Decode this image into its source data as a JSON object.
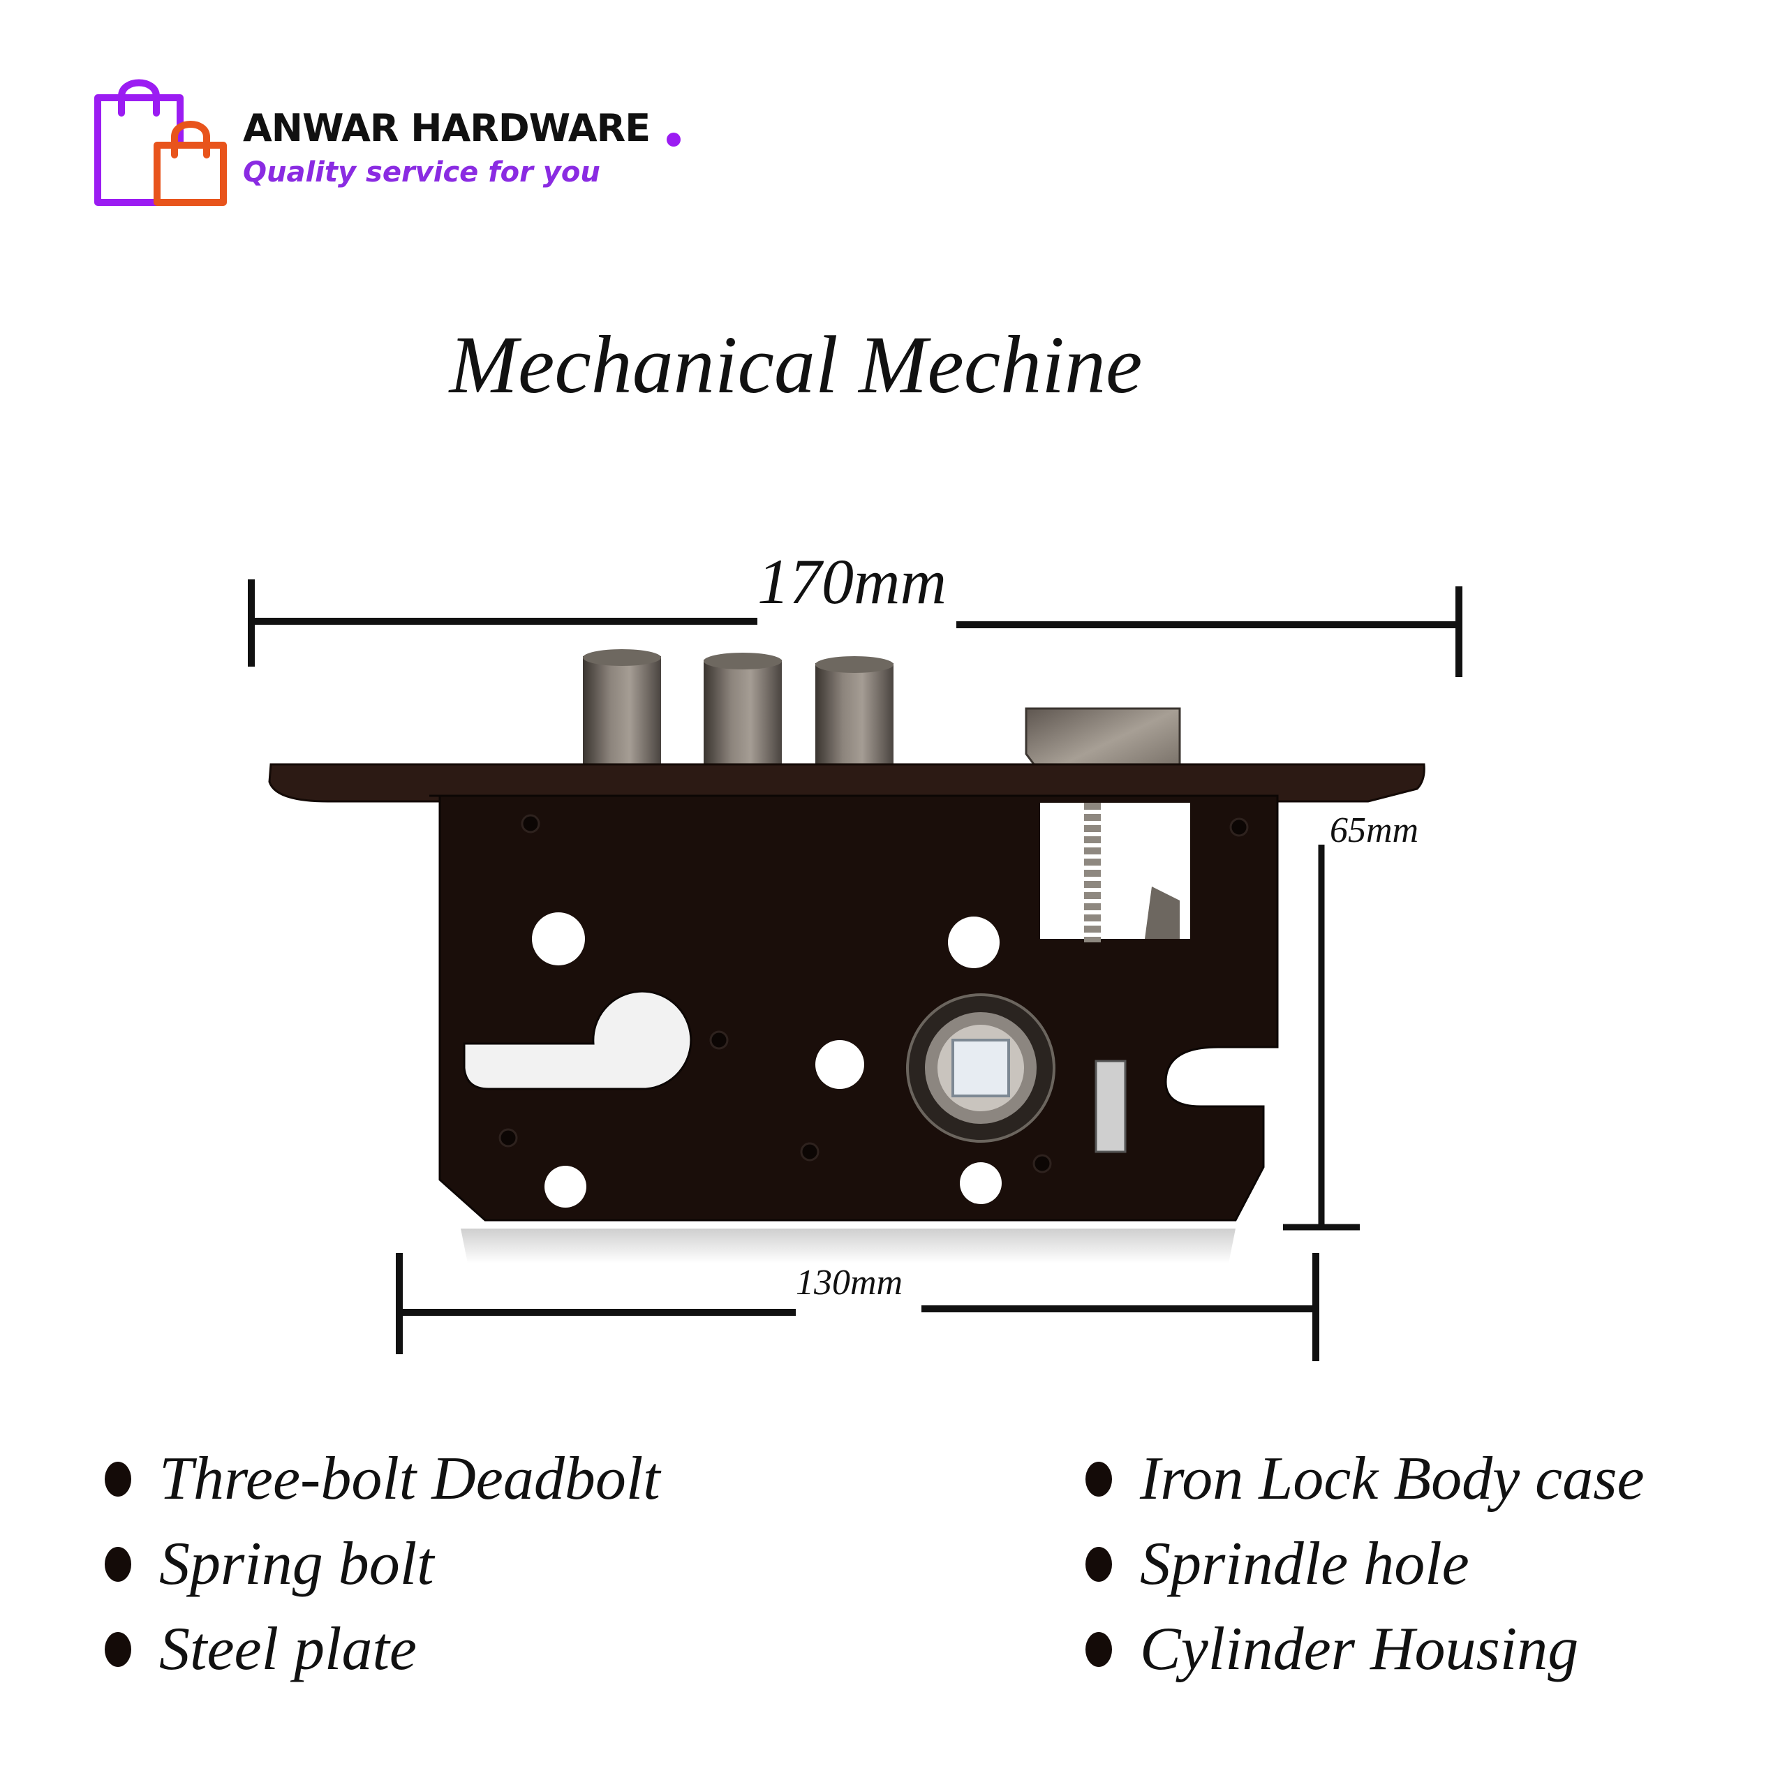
{
  "brand": {
    "name": "ANWAR HARDWARE",
    "tagline": "Quality service for you",
    "colors": {
      "purple": "#9b1cf2",
      "orange": "#e8541c"
    }
  },
  "title": "Mechanical Mechine",
  "dimensions": {
    "overall_length": "170mm",
    "body_height": "65mm",
    "body_length": "130mm"
  },
  "features": [
    "Three-bolt Deadbolt",
    "Spring bolt",
    "Steel plate",
    "Iron Lock Body case",
    "Sprindle hole",
    "Cylinder Housing"
  ]
}
